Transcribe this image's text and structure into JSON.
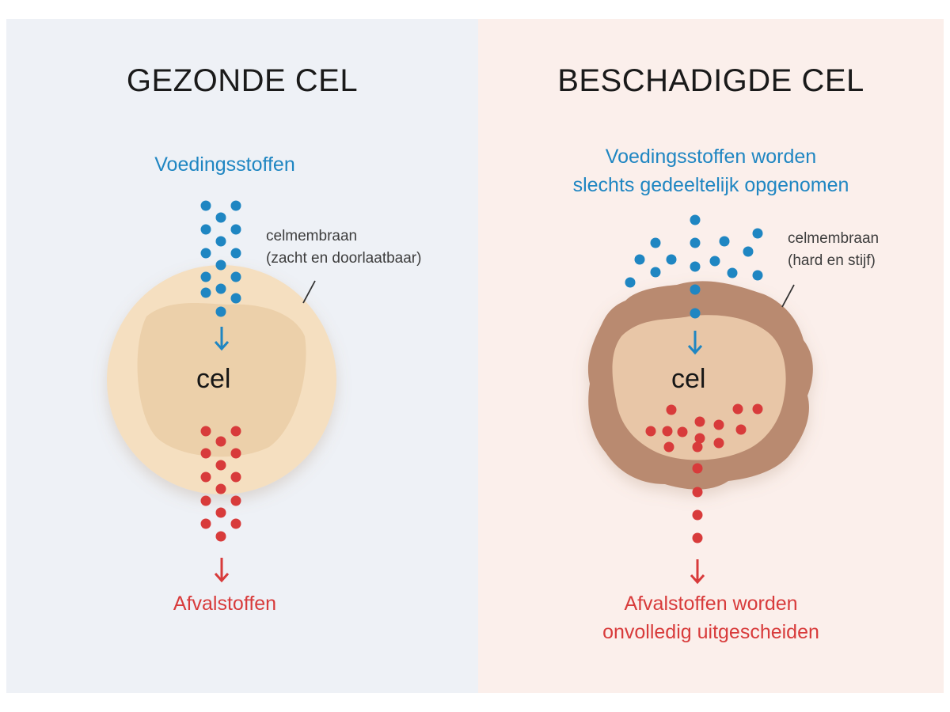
{
  "colors": {
    "nutrient_blue": "#1f86c2",
    "waste_red": "#d83b3b",
    "healthy_membrane": "#f5dfc0",
    "healthy_core": "#eccfa9",
    "damaged_membrane": "#b98a70",
    "damaged_core": "#e8c6a7"
  },
  "healthy": {
    "title": "GEZONDE CEL",
    "nutrients_label": "Voedingsstoffen",
    "membrane_label": [
      "celmembraan",
      "(zacht en doorlaatbaar)"
    ],
    "cell_label": "cel",
    "waste_label": "Afvalstoffen"
  },
  "damaged": {
    "title": "BESCHADIGDE CEL",
    "nutrients_label": [
      "Voedingsstoffen worden",
      "slechts gedeeltelijk opgenomen"
    ],
    "membrane_label": [
      "celmembraan",
      "(hard en stijf)"
    ],
    "cell_label": "cel",
    "waste_label": [
      "Afvalstoffen worden",
      "onvolledig uitgescheiden"
    ]
  }
}
